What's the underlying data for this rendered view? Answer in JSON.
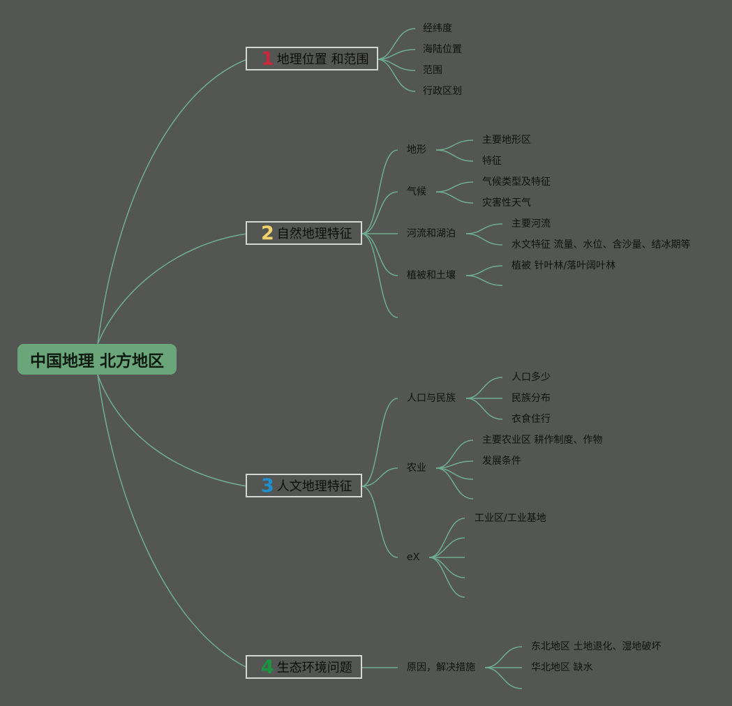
{
  "colors": {
    "background": "#545653",
    "line": "#6fae92",
    "root_fill": "#6ba57a",
    "num1": "#c8273a",
    "num2": "#f1d36a",
    "num3": "#1e8fcf",
    "num4": "#1a9440"
  },
  "root": "中国地理 北方地区",
  "topics": [
    {
      "num": "1",
      "label": "地理位置 和范围"
    },
    {
      "num": "2",
      "label": "自然地理特征"
    },
    {
      "num": "3",
      "label": "人文地理特征"
    },
    {
      "num": "4",
      "label": "生态环境问题"
    }
  ],
  "t1": [
    "经纬度",
    "海陆位置",
    "范围",
    "行政区划"
  ],
  "t2": {
    "subs": [
      "地形",
      "气候",
      "河流和湖泊",
      "植被和土壤"
    ],
    "terrain": [
      "主要地形区",
      "特征"
    ],
    "climate": [
      "气候类型及特征",
      "灾害性天气"
    ],
    "rivers": [
      "主要河流",
      "水文特征 流量、水位、含沙量、结冰期等"
    ],
    "vegetation": [
      "植被 针叶林/落叶阔叶林"
    ]
  },
  "t3": {
    "subs": [
      "人口与民族",
      "农业",
      "eX"
    ],
    "population": [
      "人口多少",
      "民族分布",
      "衣食住行"
    ],
    "agriculture": [
      "主要农业区 耕作制度、作物",
      "发展条件"
    ],
    "industry": [
      "工业区/工业基地"
    ]
  },
  "t4": {
    "sub": "原因，解决措施",
    "items": [
      "东北地区 土地退化、湿地破坏",
      "华北地区 缺水"
    ]
  }
}
